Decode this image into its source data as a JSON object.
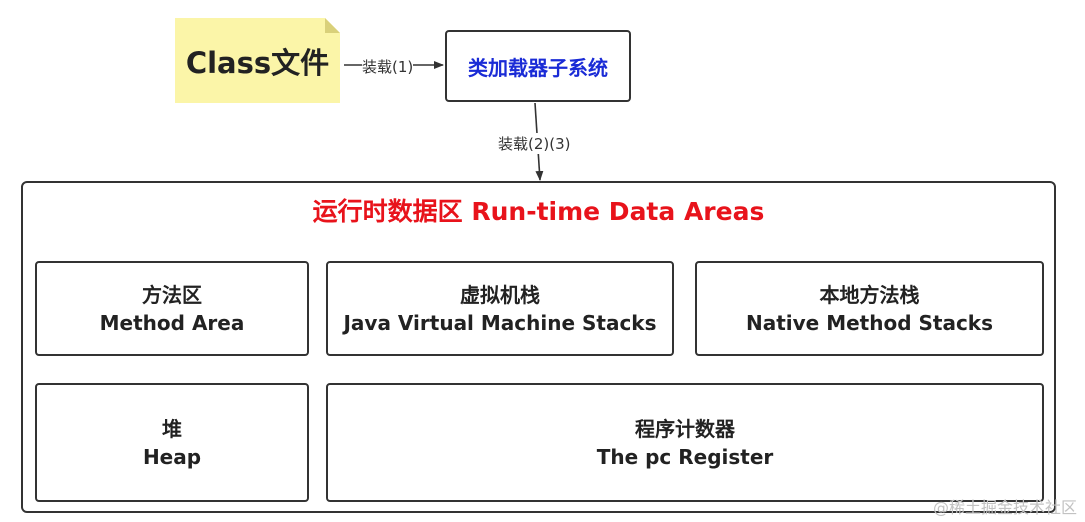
{
  "class_file": {
    "label": "Class文件"
  },
  "class_loader": {
    "label": "类加载器子系统"
  },
  "arrows": {
    "load_1": "装载(1)",
    "load_2_3": "装载(2)(3)"
  },
  "runtime_area": {
    "title": "运行时数据区 Run-time Data Areas",
    "method_area": {
      "zh": "方法区",
      "en": "Method Area"
    },
    "jvm_stacks": {
      "zh": "虚拟机栈",
      "en": "Java Virtual Machine Stacks"
    },
    "native_stacks": {
      "zh": "本地方法栈",
      "en": "Native Method Stacks"
    },
    "heap": {
      "zh": "堆",
      "en": "Heap"
    },
    "pc_register": {
      "zh": "程序计数器",
      "en": "The pc Register"
    }
  },
  "watermark": "@稀土掘金技术社区",
  "colors": {
    "note_fill": "#fbf5a8",
    "loader_text": "#1a2bd6",
    "area_title": "#e8131b",
    "border": "#333333"
  }
}
